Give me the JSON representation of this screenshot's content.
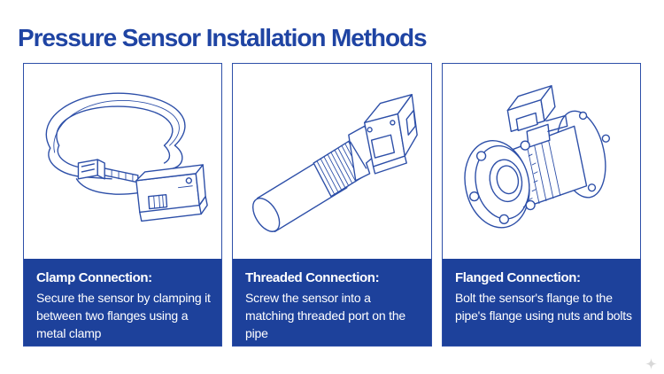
{
  "title": "Pressure Sensor Installation Methods",
  "panels": [
    {
      "title": "Clamp Connection:",
      "text": "Secure the sensor by clamping it between two flanges using a metal clamp",
      "icon": "clamp-sensor-illustration"
    },
    {
      "title": "Threaded Connection:",
      "text": "Screw the sensor into a matching threaded port on the pipe",
      "icon": "threaded-sensor-illustration"
    },
    {
      "title": "Flanged Connection:",
      "text": "Bolt the sensor's flange to the pipe's flange using nuts and bolts",
      "icon": "flanged-sensor-illustration"
    }
  ],
  "colors": {
    "primary": "#1f44a3",
    "caption_bg": "#1d419b",
    "line": "#2d4fa8",
    "background": "#ffffff"
  }
}
